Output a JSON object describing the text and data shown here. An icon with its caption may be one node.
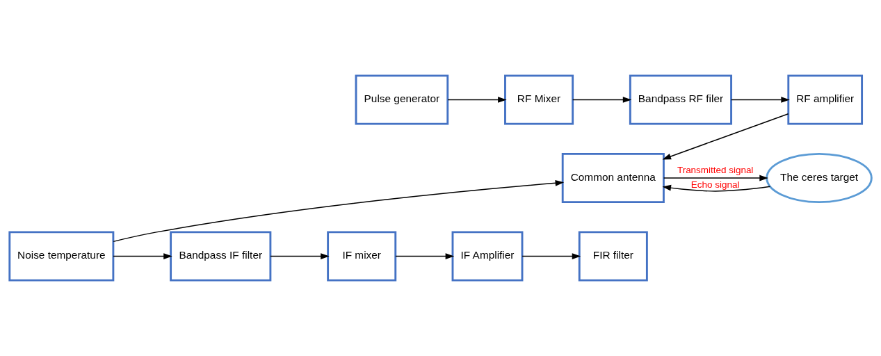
{
  "diagram": {
    "nodes": [
      {
        "text": [
          "Pulse generator"
        ]
      },
      {
        "text": [
          "RF Mixer"
        ]
      },
      {
        "text": [
          "Bandpass RF filer"
        ]
      },
      {
        "text": [
          "RF amplifier"
        ]
      },
      {
        "text": [
          "Common antenna"
        ]
      },
      {
        "text": [
          "The ceres target"
        ]
      },
      {
        "text": [
          "Noise temperature"
        ]
      },
      {
        "text": [
          "Bandpass IF filter"
        ]
      },
      {
        "text": [
          "IF mixer"
        ]
      },
      {
        "text": [
          "IF Amplifier"
        ]
      },
      {
        "text": [
          "FIR filter"
        ]
      }
    ],
    "edges": [
      {
        "from": 0,
        "to": 1,
        "arrow": "to"
      },
      {
        "from": 1,
        "to": 2,
        "arrow": "to"
      },
      {
        "from": 2,
        "to": 3,
        "arrow": "to"
      },
      {
        "from": 3,
        "to": 4,
        "arrow": "to"
      },
      {
        "from": 4,
        "to": 5,
        "arrow": "to",
        "label": "Transmitted signal"
      },
      {
        "from": 5,
        "to": 4,
        "arrow": "to",
        "label": "Echo signal"
      },
      {
        "from": 6,
        "to": 4,
        "arrow": "to"
      },
      {
        "from": 6,
        "to": 7,
        "arrow": "to"
      },
      {
        "from": 7,
        "to": 8,
        "arrow": "to"
      },
      {
        "from": 8,
        "to": 9,
        "arrow": "to"
      },
      {
        "from": 9,
        "to": 10,
        "arrow": "to"
      }
    ]
  }
}
